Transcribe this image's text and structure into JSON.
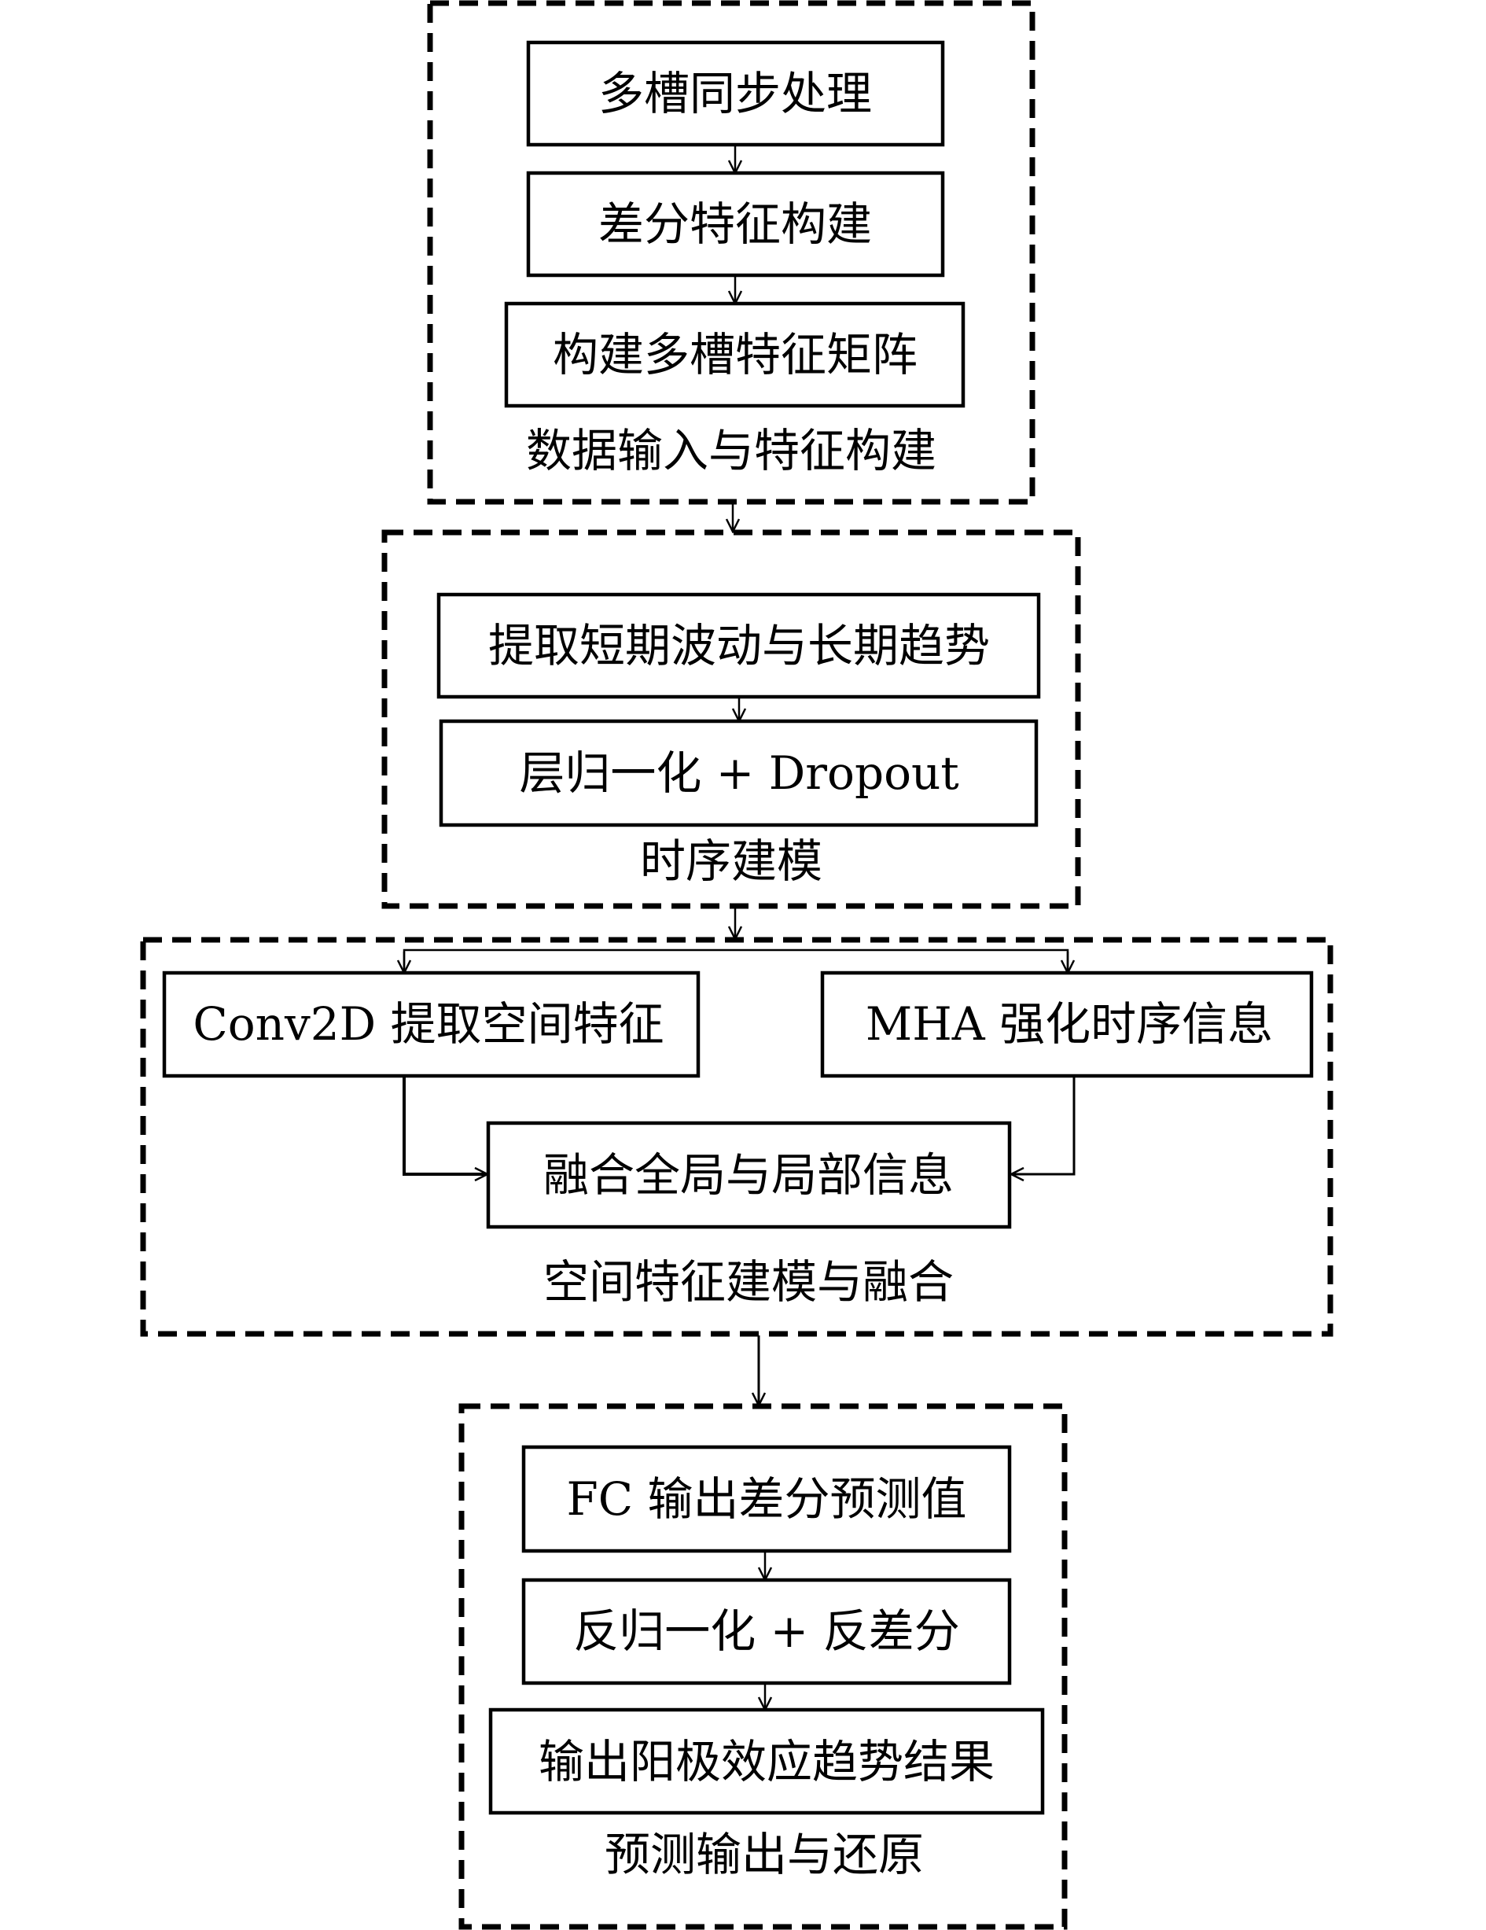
{
  "diagram": {
    "type": "flowchart",
    "groups": [
      {
        "id": "input",
        "title": "数据输入与特征构建",
        "nodes": [
          "多槽同步处理",
          "差分特征构建",
          "构建多槽特征矩阵"
        ]
      },
      {
        "id": "temporal",
        "title": "时序建模",
        "nodes": [
          "提取短期波动与长期趋势",
          "层归一化 + Dropout"
        ]
      },
      {
        "id": "spatial",
        "title": "空间特征建模与融合",
        "nodes": [
          "Conv2D 提取空间特征",
          "MHA 强化时序信息",
          "融合全局与局部信息"
        ]
      },
      {
        "id": "output",
        "title": "预测输出与还原",
        "nodes": [
          "FC 输出差分预测值",
          "反归一化 + 反差分",
          "输出阳极效应趋势结果"
        ]
      }
    ],
    "edges": [
      [
        "多槽同步处理",
        "差分特征构建"
      ],
      [
        "差分特征构建",
        "构建多槽特征矩阵"
      ],
      [
        "数据输入与特征构建",
        "时序建模"
      ],
      [
        "提取短期波动与长期趋势",
        "层归一化 + Dropout"
      ],
      [
        "时序建模",
        "Conv2D 提取空间特征"
      ],
      [
        "时序建模",
        "MHA 强化时序信息"
      ],
      [
        "Conv2D 提取空间特征",
        "融合全局与局部信息"
      ],
      [
        "MHA 强化时序信息",
        "融合全局与局部信息"
      ],
      [
        "空间特征建模与融合",
        "预测输出与还原"
      ],
      [
        "FC 输出差分预测值",
        "反归一化 + 反差分"
      ],
      [
        "反归一化 + 反差分",
        "输出阳极效应趋势结果"
      ]
    ],
    "colors": {
      "stroke": "#000000",
      "background": "#ffffff",
      "text": "#000000"
    }
  }
}
